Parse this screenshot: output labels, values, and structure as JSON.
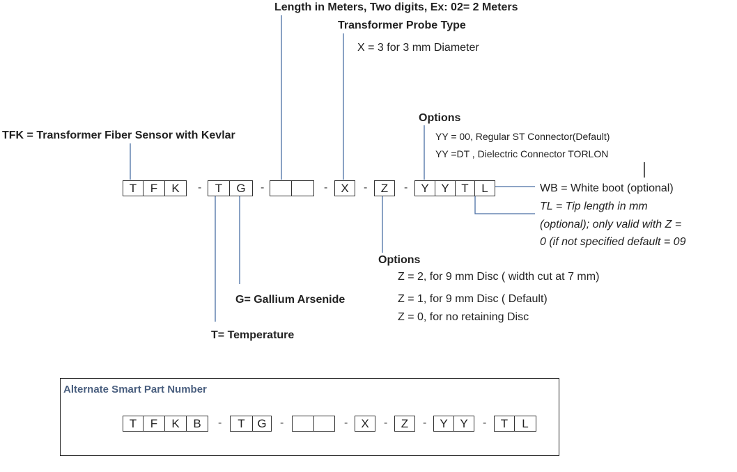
{
  "labels": {
    "length": "Length in Meters, Two digits, Ex: 02= 2 Meters",
    "probe_type": "Transformer Probe Type",
    "probe_x": "X = 3 for 3 mm Diameter",
    "tfk": "TFK = Transformer Fiber Sensor with Kevlar",
    "options_top": "Options",
    "yy_00": "YY = 00, Regular ST Connector(Default)",
    "yy_dt": "YY =DT , Dielectric Connector TORLON",
    "wb": "WB = White boot (optional)",
    "tl_line1": "TL = Tip length in mm",
    "tl_line2": "(optional); only valid with Z =",
    "tl_line3": "0 (if not specified default = 09",
    "options_bottom": "Options",
    "z2": "Z = 2, for 9 mm Disc ( width cut at 7 mm)",
    "z1": "Z = 1, for 9 mm Disc ( Default)",
    "z0": "Z = 0, for no retaining Disc",
    "gallium": "G= Gallium Arsenide",
    "temperature": "T= Temperature"
  },
  "part_number": {
    "boxes": [
      "T",
      "F",
      "K",
      "T",
      "G",
      "",
      "",
      "X",
      "Z",
      "Y",
      "Y",
      "T",
      "L"
    ],
    "separator": "-"
  },
  "alternate": {
    "title": "Alternate Smart Part Number",
    "boxes": [
      "T",
      "F",
      "K",
      "B",
      "T",
      "G",
      "",
      "",
      "X",
      "Z",
      "Y",
      "Y",
      "T",
      "L"
    ],
    "separator": "-"
  },
  "colors": {
    "leader_line": "#4a6fa5",
    "alt_title": "#4a5f7f"
  }
}
